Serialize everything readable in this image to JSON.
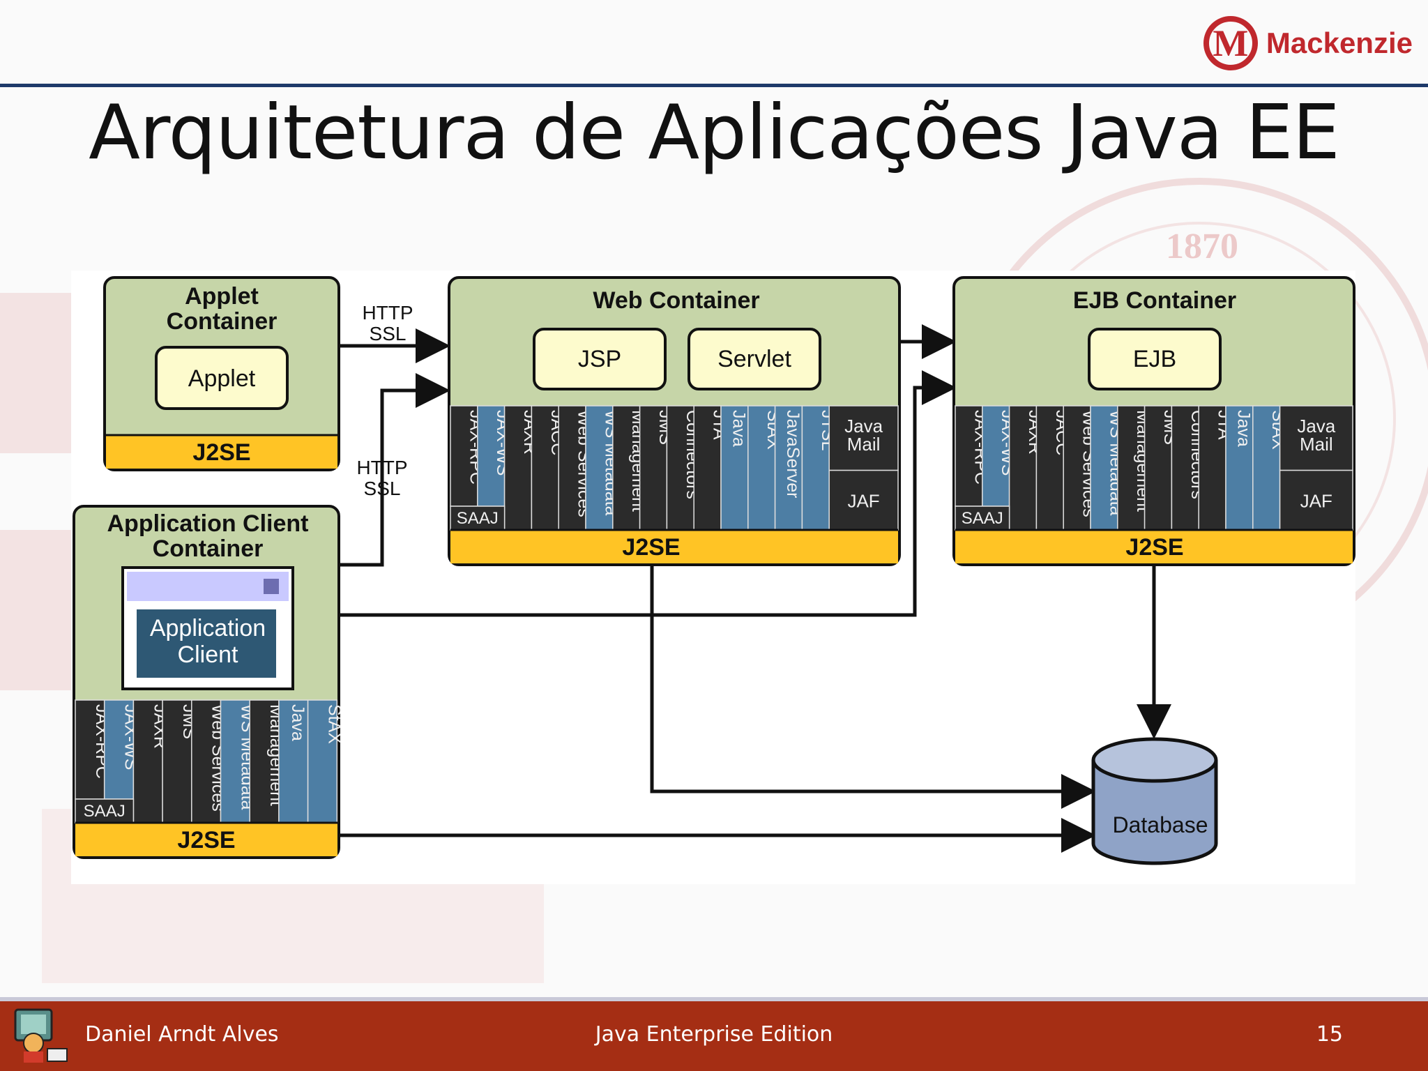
{
  "header": {
    "title": "Arquitetura de Aplicações Java EE",
    "logo_text": "Mackenzie",
    "logo_letter": "M",
    "seal_year": "1870"
  },
  "footer": {
    "author": "Daniel Arndt Alves",
    "course": "Java Enterprise Edition",
    "page": "15"
  },
  "colors": {
    "green": "#c6d5a8",
    "yellow": "#ffc425",
    "dark": "#2b2b2b",
    "blue": "#4d7ea4",
    "cream": "#fdfbcd",
    "database": "#8fa3c7",
    "footer": "#a52e14",
    "rule": "#1e3a6a"
  },
  "diagram": {
    "applet_container": {
      "title_line1": "Applet",
      "title_line2": "Container",
      "component": "Applet",
      "base": "J2SE"
    },
    "web_container": {
      "title": "Web Container",
      "components": [
        "JSP",
        "Servlet"
      ],
      "apis": [
        {
          "label": "JAX-RPC",
          "kind": "dark"
        },
        {
          "label": "JAX-WS",
          "kind": "blue"
        },
        {
          "label": "JAXR",
          "kind": "dark"
        },
        {
          "label": "JACC",
          "kind": "dark"
        },
        {
          "label": "Web Services",
          "kind": "dark"
        },
        {
          "label": "WS Metadata",
          "kind": "blue"
        },
        {
          "label": "Management",
          "kind": "dark"
        },
        {
          "label": "JMS",
          "kind": "dark"
        },
        {
          "label": "Connectors",
          "kind": "dark"
        },
        {
          "label": "JTA",
          "kind": "dark"
        },
        {
          "label": "Java Persistance",
          "kind": "blue"
        },
        {
          "label": "StAX",
          "kind": "blue"
        },
        {
          "label": "JavaServer Faces",
          "kind": "blue"
        },
        {
          "label": "JTSL",
          "kind": "blue"
        }
      ],
      "saaj": "SAAJ",
      "java_mail": "Java Mail",
      "jaf": "JAF",
      "base": "J2SE"
    },
    "ejb_container": {
      "title": "EJB Container",
      "component": "EJB",
      "apis": [
        {
          "label": "JAX-RPC",
          "kind": "dark"
        },
        {
          "label": "JAX-WS",
          "kind": "blue"
        },
        {
          "label": "JAXR",
          "kind": "dark"
        },
        {
          "label": "JACC",
          "kind": "dark"
        },
        {
          "label": "Web Services",
          "kind": "dark"
        },
        {
          "label": "WS Metadata",
          "kind": "blue"
        },
        {
          "label": "Management",
          "kind": "dark"
        },
        {
          "label": "JMS",
          "kind": "dark"
        },
        {
          "label": "Connectors",
          "kind": "dark"
        },
        {
          "label": "JTA",
          "kind": "dark"
        },
        {
          "label": "Java Persistance",
          "kind": "blue"
        },
        {
          "label": "StAX",
          "kind": "blue"
        }
      ],
      "saaj": "SAAJ",
      "java_mail": "Java Mail",
      "jaf": "JAF",
      "base": "J2SE"
    },
    "app_client_container": {
      "title_line1": "Application Client",
      "title_line2": "Container",
      "window_line1": "Application",
      "window_line2": "Client",
      "apis": [
        {
          "label": "JAX-RPC",
          "kind": "dark"
        },
        {
          "label": "JAX-WS",
          "kind": "blue"
        },
        {
          "label": "JAXR",
          "kind": "dark"
        },
        {
          "label": "JMS",
          "kind": "dark"
        },
        {
          "label": "Web Services",
          "kind": "dark"
        },
        {
          "label": "WS Metadata",
          "kind": "blue"
        },
        {
          "label": "Management",
          "kind": "dark"
        },
        {
          "label": "Java Persistance",
          "kind": "blue"
        },
        {
          "label": "StAX",
          "kind": "blue"
        }
      ],
      "saaj": "SAAJ",
      "base": "J2SE"
    },
    "protocol_labels": [
      {
        "line1": "HTTP",
        "line2": "SSL"
      },
      {
        "line1": "HTTP",
        "line2": "SSL"
      }
    ],
    "database": "Database"
  }
}
